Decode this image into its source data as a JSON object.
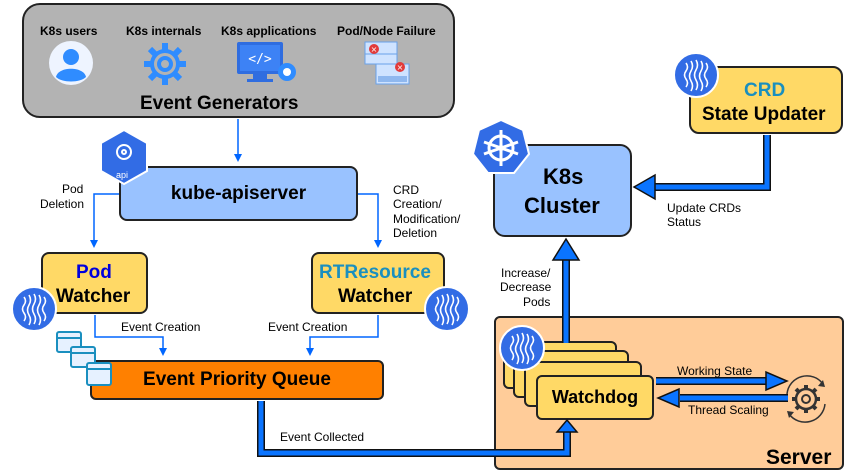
{
  "event_generators": {
    "title": "Event Generators",
    "items": [
      {
        "label": "K8s users",
        "icon": "user-icon"
      },
      {
        "label": "K8s internals",
        "icon": "gear-icon"
      },
      {
        "label": "K8s applications",
        "icon": "code-monitor-icon"
      },
      {
        "label": "Pod/Node Failure",
        "icon": "server-failure-icon"
      }
    ]
  },
  "apiserver": {
    "label": "kube-apiserver",
    "badge": "api"
  },
  "pod_watcher": {
    "line1": "Pod",
    "line2": "Watcher"
  },
  "rt_watcher": {
    "line1": "RTResource",
    "line2": "Watcher"
  },
  "queue": {
    "label": "Event Priority Queue"
  },
  "k8s_cluster": {
    "line1": "K8s",
    "line2": "Cluster"
  },
  "crd_updater": {
    "line1": "CRD",
    "line2": "State Updater"
  },
  "server": {
    "label": "Server",
    "watchdog": "Watchdog"
  },
  "edge_labels": {
    "pod_deletion": [
      "Pod",
      "Deletion"
    ],
    "crd_ops": [
      "CRD",
      "Creation/",
      "Modification/",
      "Deletion"
    ],
    "event_creation_left": "Event Creation",
    "event_creation_right": "Event Creation",
    "event_collected": "Event Collected",
    "increase_decrease": [
      "Increase/",
      "Decrease",
      "Pods"
    ],
    "update_crds": [
      "Update CRDs",
      "Status"
    ],
    "working_state": "Working State",
    "thread_scaling": "Thread Scaling"
  },
  "colors": {
    "gray_box": "#b3b3b3",
    "blue_box": "#99c2ff",
    "yellow_box": "#ffd966",
    "orange_box": "#ff8000",
    "server_box": "#ffcc99",
    "arrow_blue": "#0066ff",
    "pod_text": "#0000dd",
    "rt_text": "#1a8fbf"
  }
}
